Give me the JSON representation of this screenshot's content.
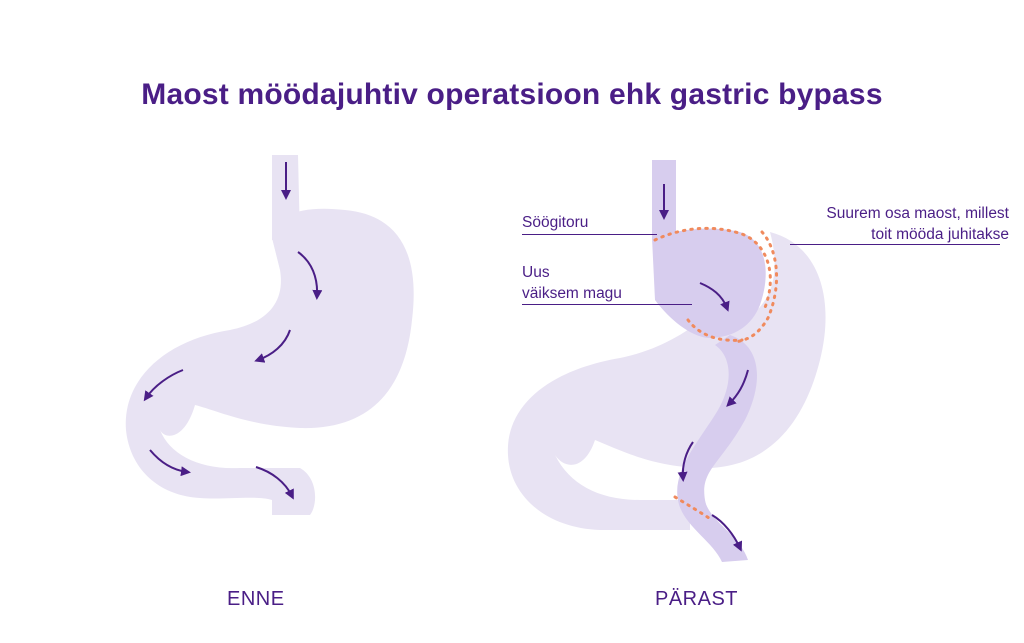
{
  "title": "Maost möödajuhtiv operatsioon ehk gastric bypass",
  "left_panel": {
    "caption": "ENNE"
  },
  "right_panel": {
    "caption": "PÄRAST",
    "labels": {
      "esophagus": "Söögitoru",
      "new_stomach_line1": "Uus",
      "new_stomach_line2": "väiksem magu",
      "bypassed_line1": "Suurem osa maost, millest",
      "bypassed_line2": "toit mööda juhitakse"
    }
  },
  "colors": {
    "organ_light": "#e8e3f3",
    "organ_mid": "#d7cdee",
    "accent": "#4a1e86",
    "staple": "#f08a5d"
  }
}
